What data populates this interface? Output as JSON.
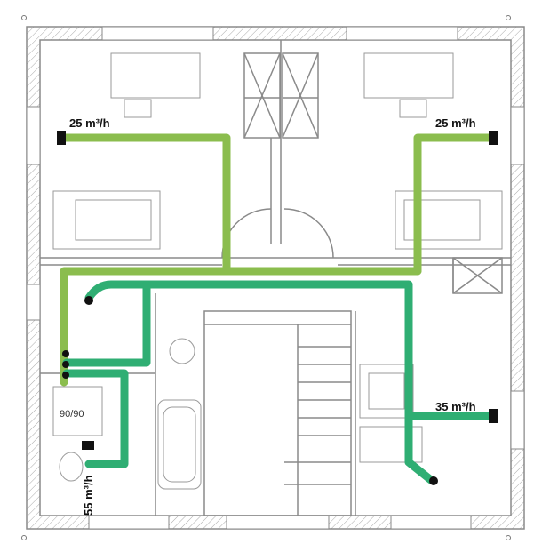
{
  "airflow_labels": {
    "top_left": "25 m³/h",
    "top_right": "25 m³/h",
    "right": "35 m³/h",
    "bottom_left": "55 m³/h"
  },
  "shower_label": "90/90",
  "colors": {
    "supply_duct": "#8bbd4e",
    "extract_duct": "#2fae73",
    "wall": "#8a8a8a",
    "furniture": "#9a9a9a"
  }
}
